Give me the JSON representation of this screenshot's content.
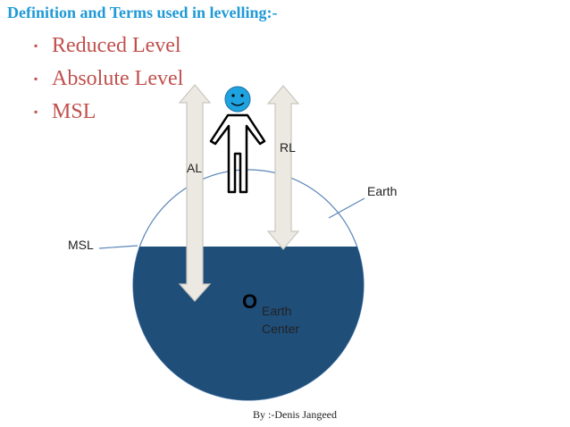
{
  "title": "Definition and Terms used in levelling:-",
  "bullets": [
    {
      "marker": "▪",
      "text": "Reduced Level"
    },
    {
      "marker": "▪",
      "text": "Absolute Level"
    },
    {
      "marker": "▪",
      "text": "MSL"
    }
  ],
  "diagram": {
    "labels": {
      "al": "AL",
      "rl": "RL",
      "earth": "Earth",
      "msl": "MSL",
      "origin": "O",
      "center_line1": "Earth",
      "center_line2": "Center"
    },
    "colors": {
      "water": "#1f4e79",
      "arrow_fill": "#ece9e2",
      "arrow_stroke": "#c9c6be",
      "earth_outline": "#5b86b8",
      "face": "#1fa3e0"
    }
  },
  "footer": "By :-Denis Jangeed"
}
